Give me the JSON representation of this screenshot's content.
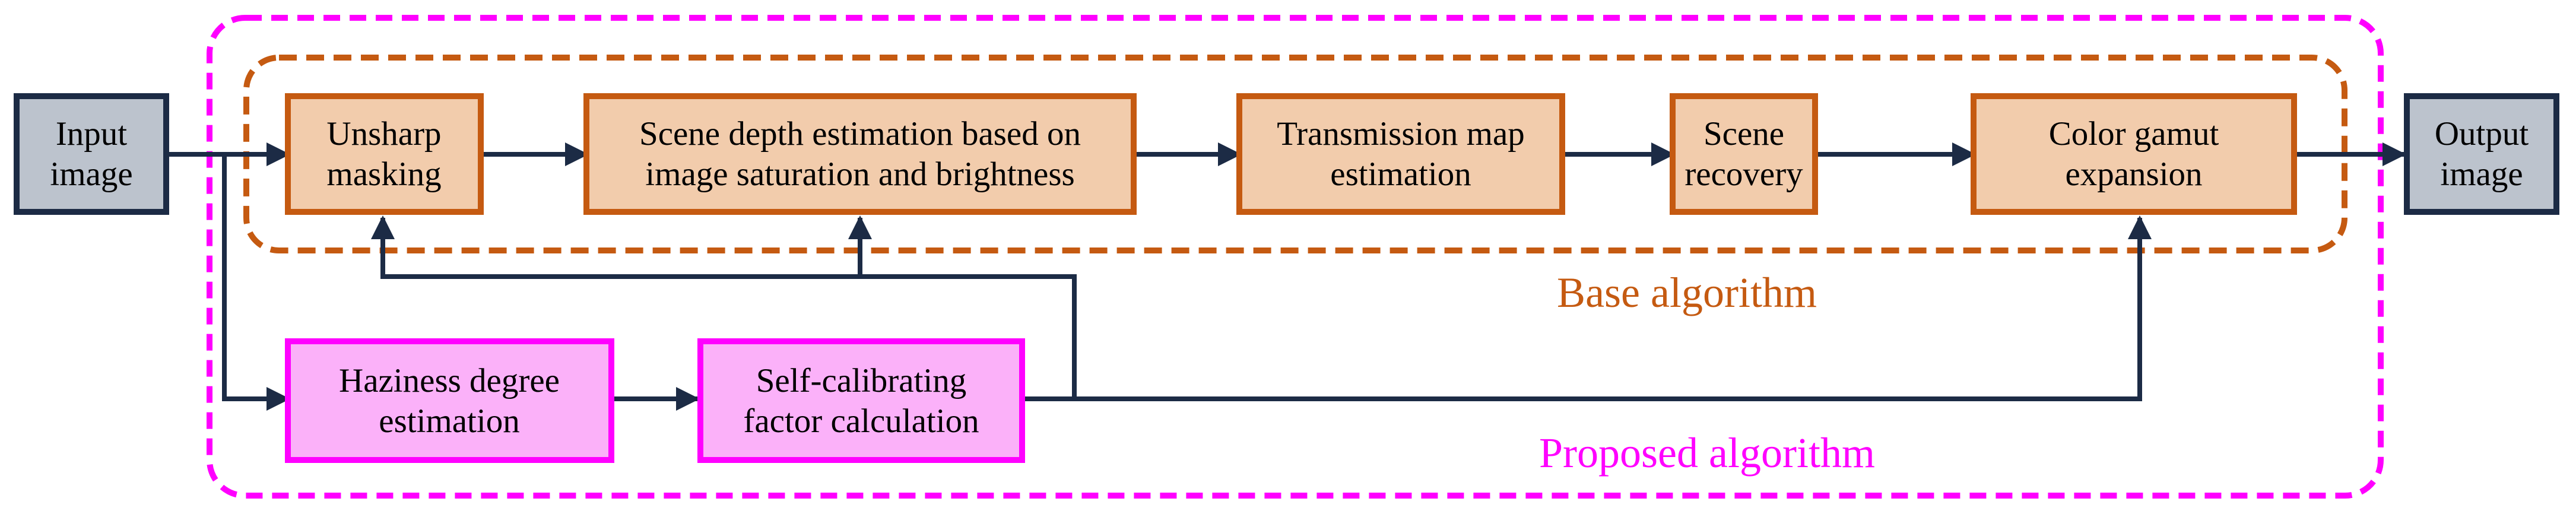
{
  "colors": {
    "io_fill": "#BCC3CD",
    "io_stroke": "#1C2B45",
    "base_fill": "#F2CCAC",
    "base_stroke": "#C55A11",
    "proposed_fill": "#FBB1F9",
    "proposed_stroke": "#FF00FF",
    "arrow": "#1C2B45"
  },
  "nodes": {
    "input": {
      "line1": "Input",
      "line2": "image"
    },
    "unsharp": {
      "line1": "Unsharp",
      "line2": "masking"
    },
    "scene_depth": {
      "line1": "Scene depth estimation based on",
      "line2": "image saturation and brightness"
    },
    "transmission": {
      "line1": "Transmission map",
      "line2": "estimation"
    },
    "scene_recovery": {
      "line1": "Scene",
      "line2": "recovery"
    },
    "color_gamut": {
      "line1": "Color gamut",
      "line2": "expansion"
    },
    "output": {
      "line1": "Output",
      "line2": "image"
    },
    "haziness": {
      "line1": "Haziness degree",
      "line2": "estimation"
    },
    "self_calibrating": {
      "line1": "Self-calibrating",
      "line2": "factor calculation"
    }
  },
  "groups": {
    "base": "Base algorithm",
    "proposed": "Proposed algorithm"
  }
}
